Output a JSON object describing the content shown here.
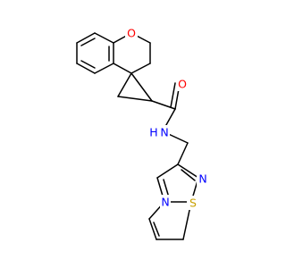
{
  "molecule": {
    "atoms": [
      {
        "id": "O1",
        "label": "O",
        "color": "#ff0000"
      },
      {
        "id": "N1",
        "label": "N",
        "color": "#0000ff"
      },
      {
        "id": "H1",
        "label": "H",
        "color": "#0000ff"
      },
      {
        "id": "N2",
        "label": "N",
        "color": "#0000ff"
      },
      {
        "id": "N3",
        "label": "N",
        "color": "#0000ff"
      },
      {
        "id": "S1",
        "label": "S",
        "color": "#c8a000"
      },
      {
        "id": "O2",
        "label": "O",
        "color": "#ff0000"
      }
    ],
    "bond_color": "#000000"
  }
}
